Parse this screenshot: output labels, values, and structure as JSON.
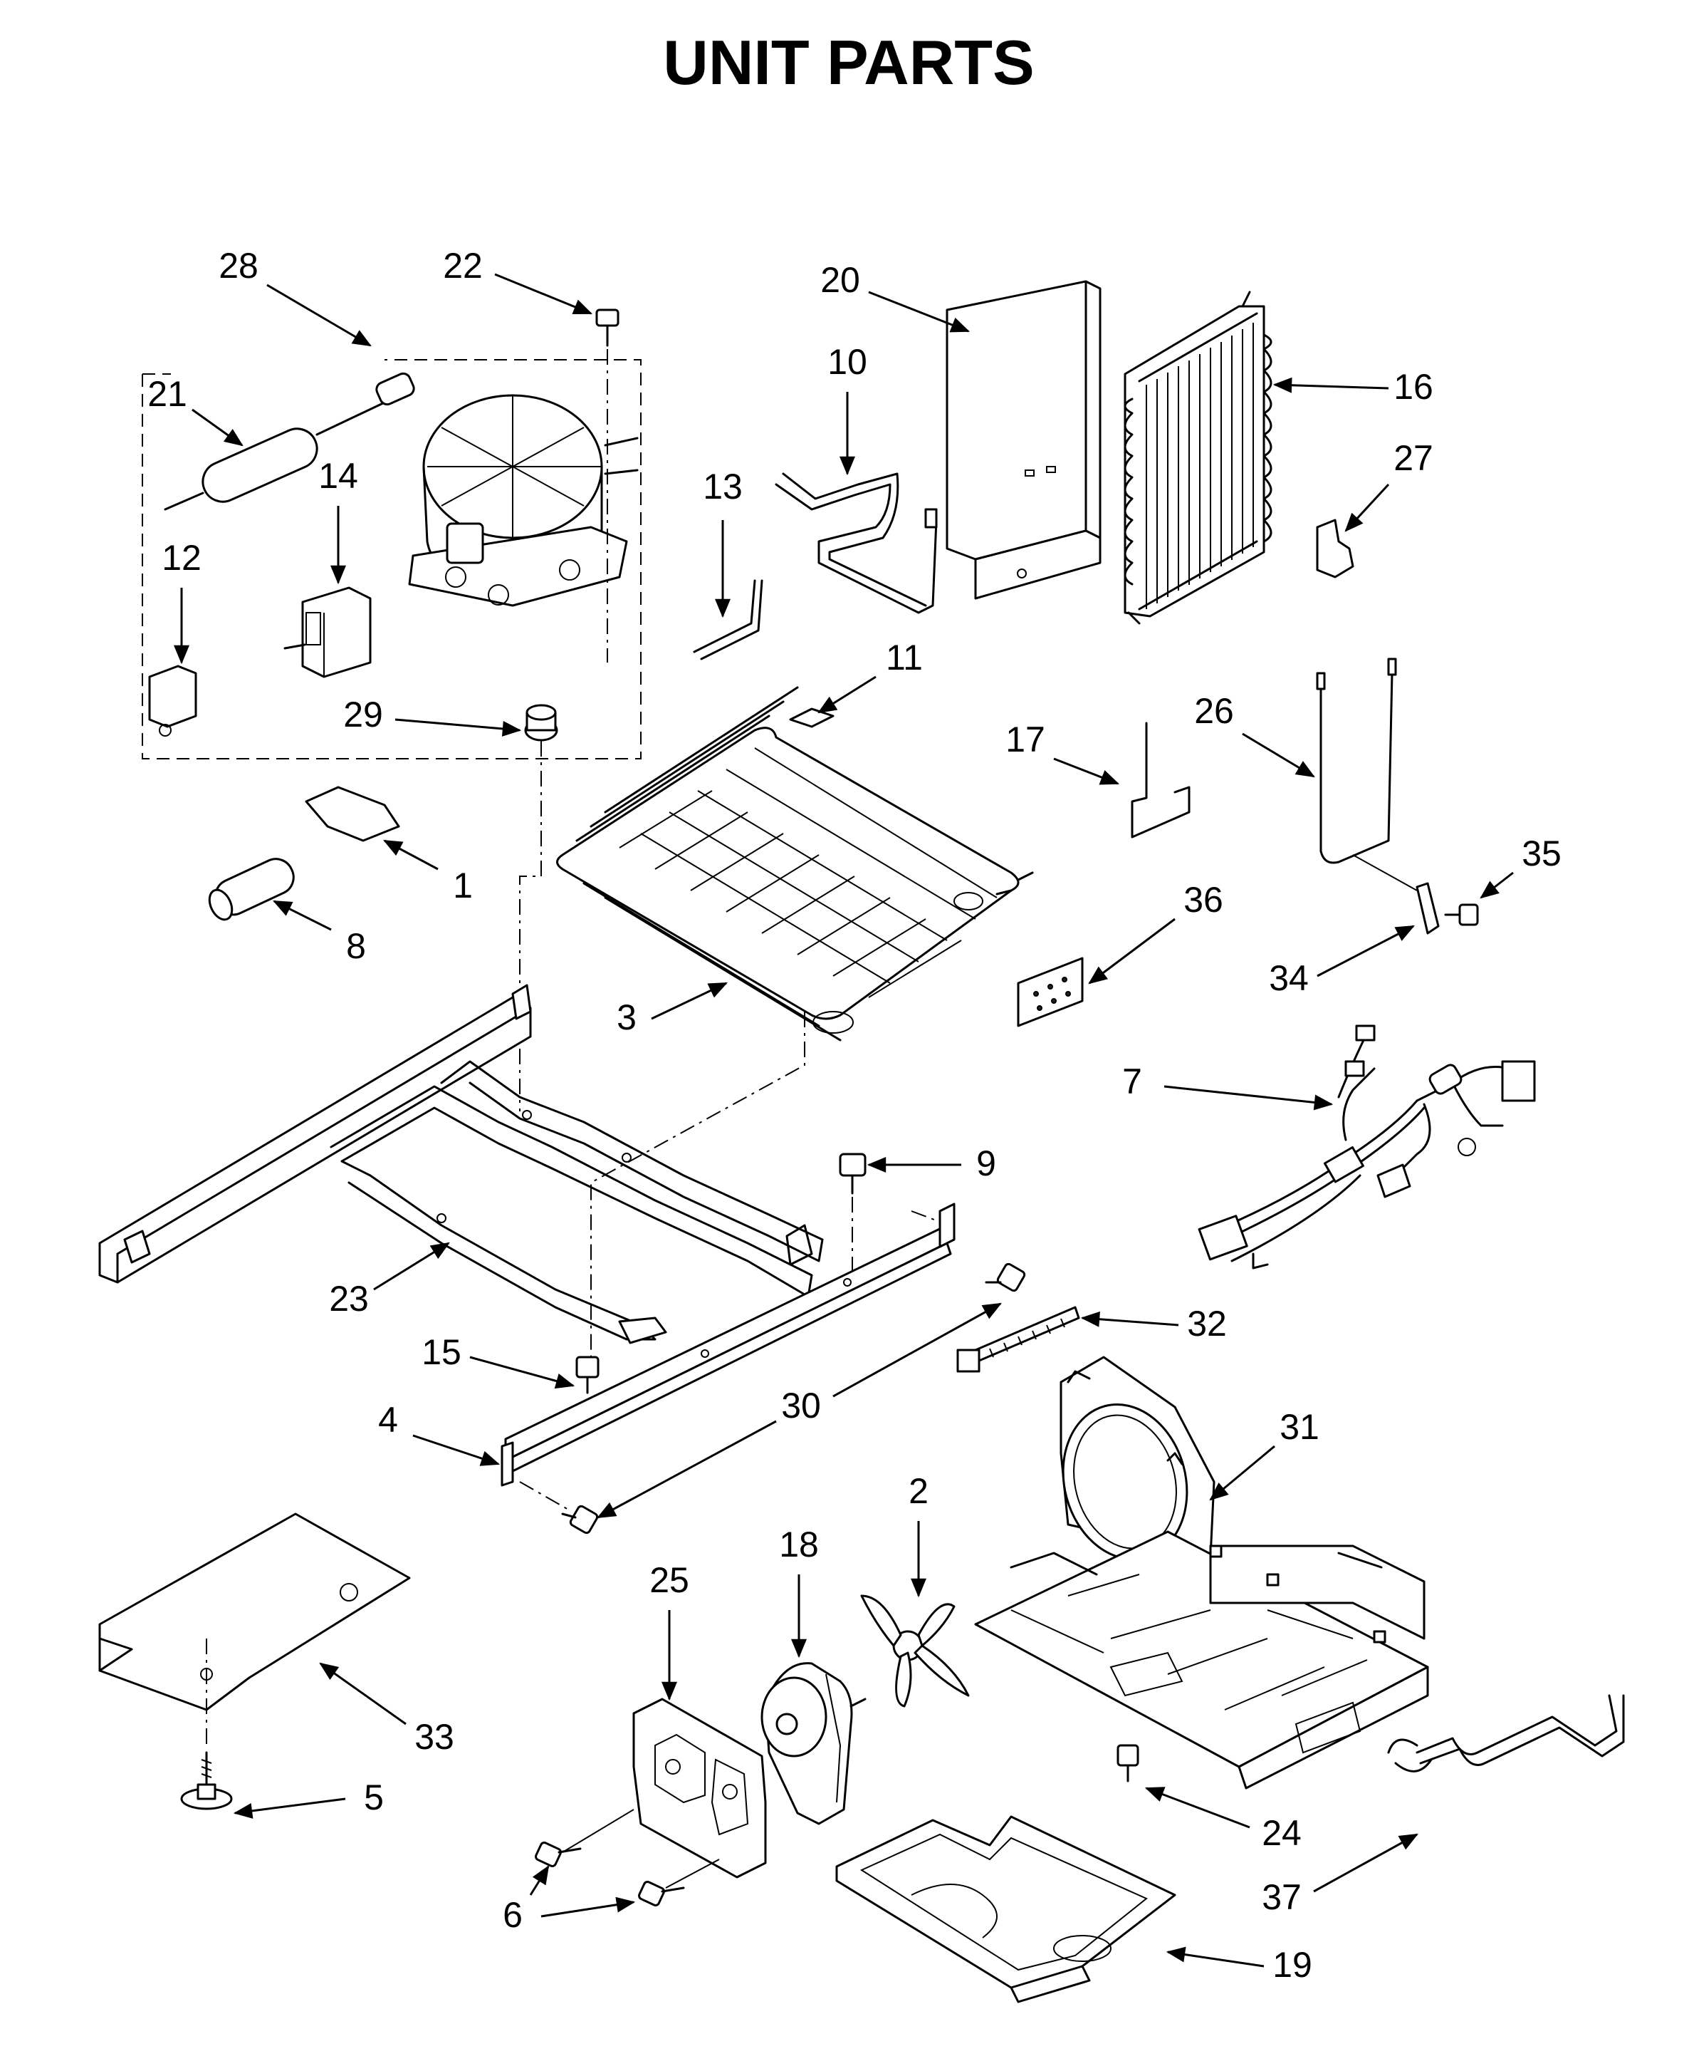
{
  "title": "UNIT PARTS",
  "callouts": [
    "28",
    "22",
    "20",
    "10",
    "16",
    "21",
    "14",
    "13",
    "27",
    "12",
    "11",
    "29",
    "17",
    "26",
    "35",
    "1",
    "8",
    "36",
    "34",
    "3",
    "7",
    "9",
    "23",
    "32",
    "15",
    "30",
    "31",
    "4",
    "2",
    "18",
    "25",
    "33",
    "5",
    "24",
    "37",
    "6",
    "19"
  ]
}
